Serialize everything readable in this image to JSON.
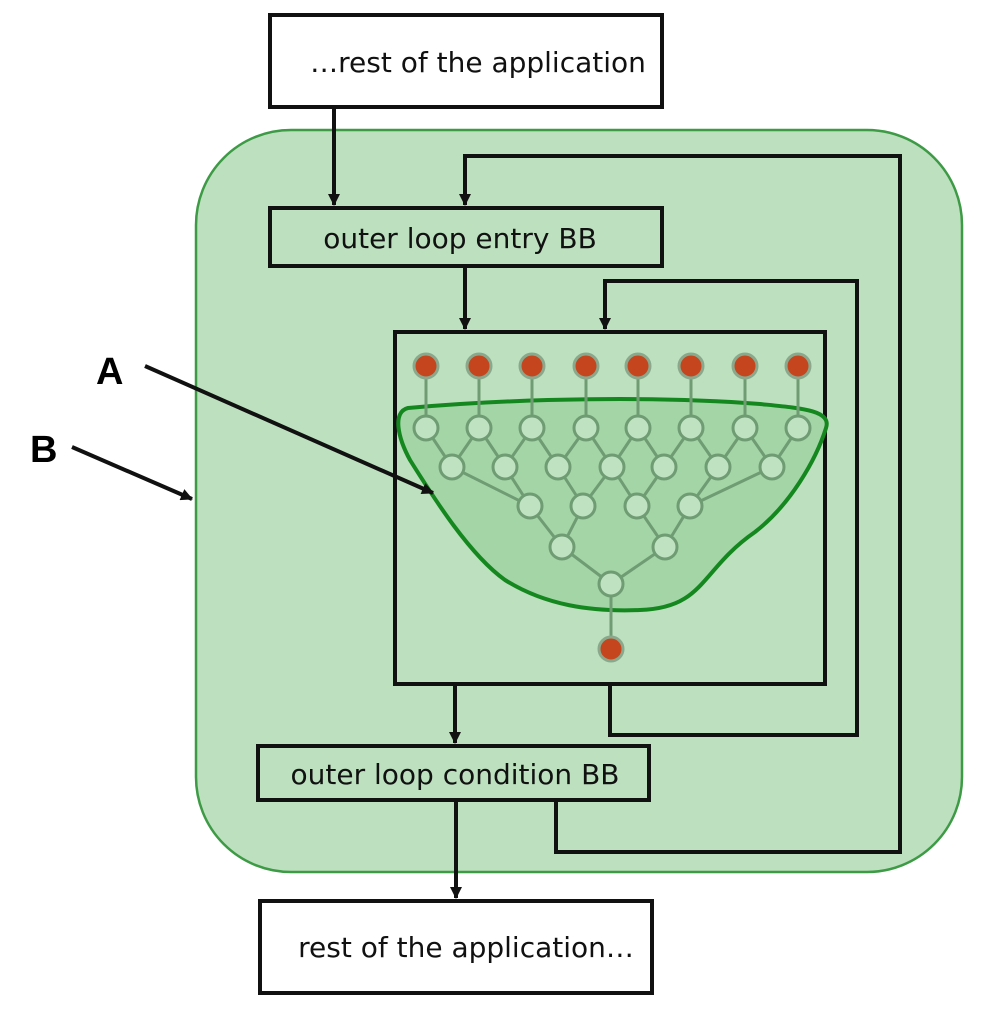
{
  "labels": {
    "rest_top": "…rest of the application",
    "entry_bb": "outer loop entry BB",
    "condition_bb": "outer loop condition BB",
    "rest_bottom": "rest of the application…",
    "marker_a": "A",
    "marker_b": "B"
  },
  "colors": {
    "outer_region_fill": "#bde0bf",
    "outer_region_stroke": "#3d9a45",
    "inner_region_fill": "#a3d5a6",
    "inner_region_stroke": "#15871f",
    "node_stroke": "#6f9c73",
    "edge": "#6f9c73",
    "active_node_fill": "#c5461e",
    "line": "#111111"
  }
}
